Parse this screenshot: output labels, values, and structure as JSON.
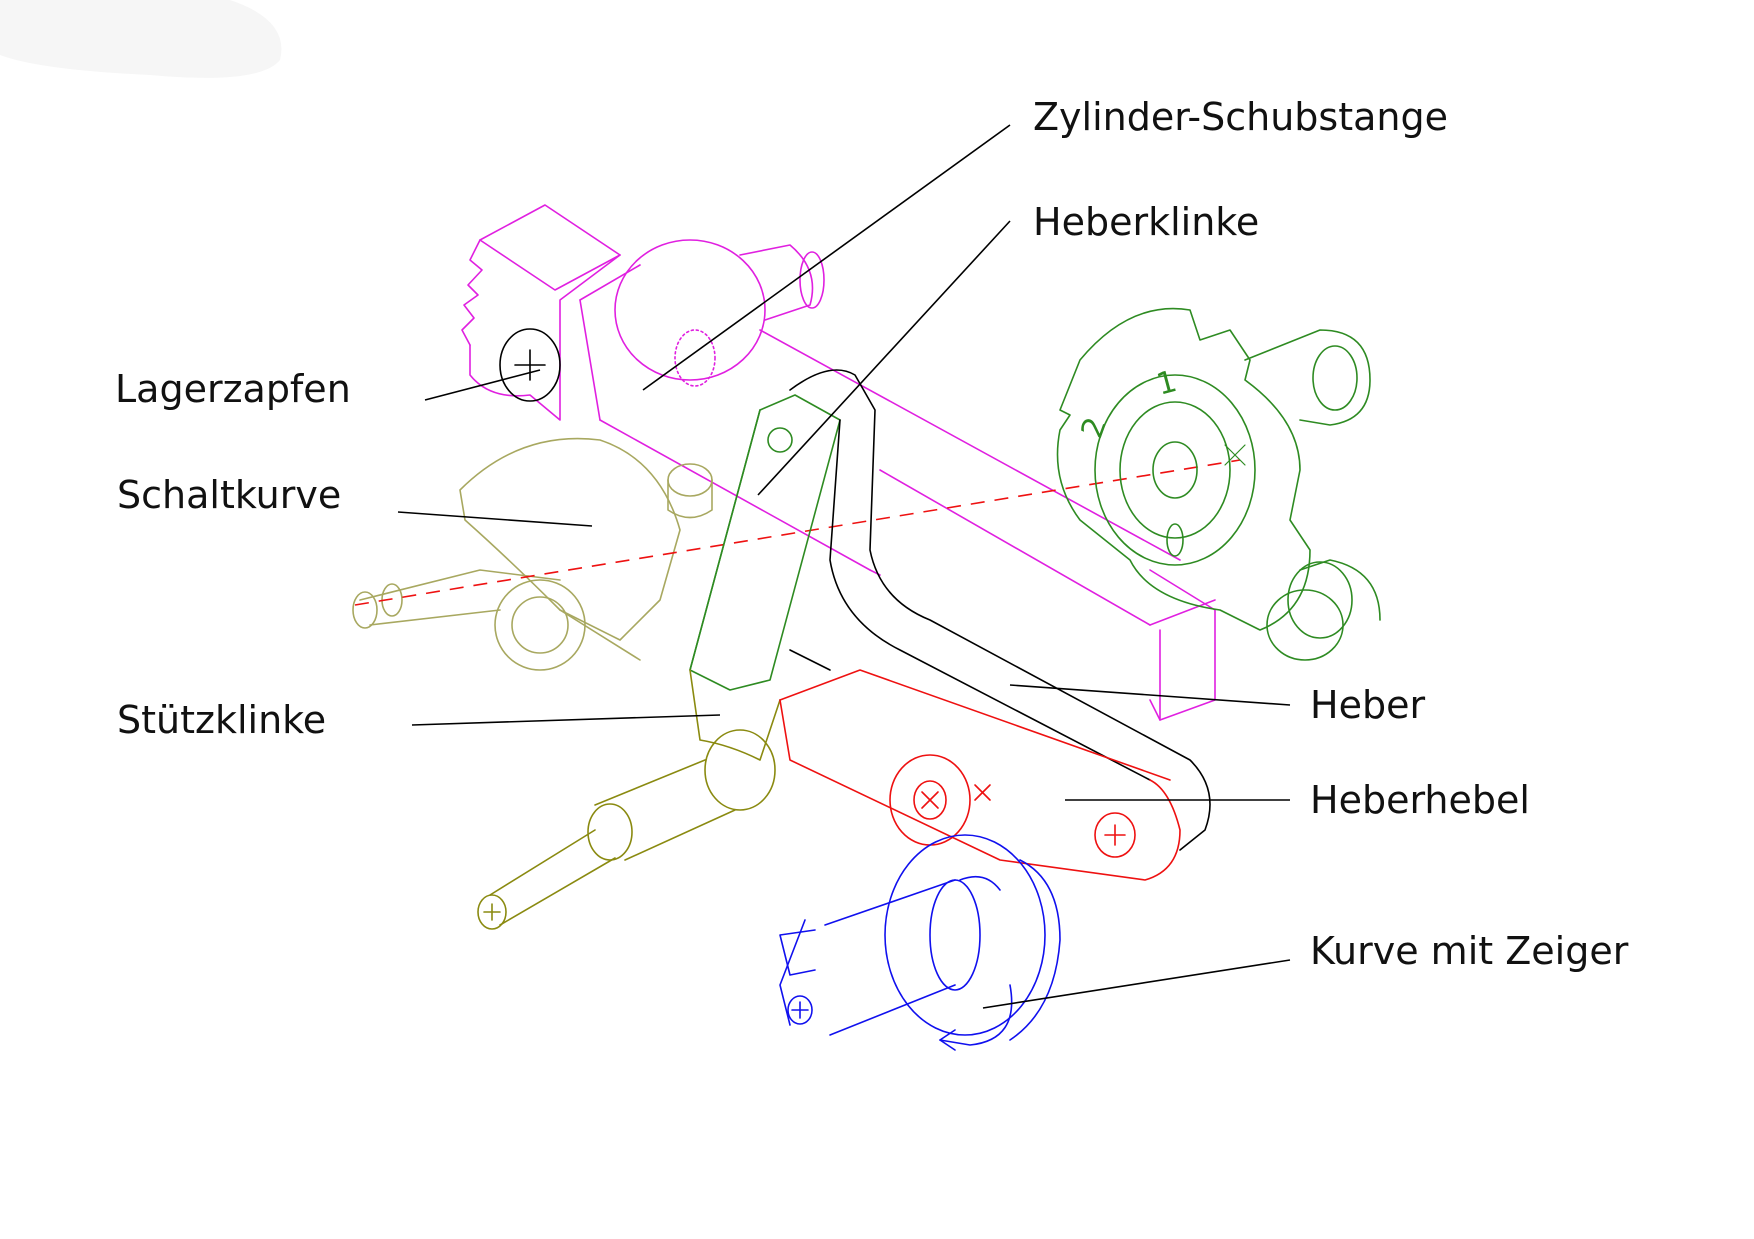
{
  "labels": {
    "zylinder_schubstange": "Zylinder-Schubstange",
    "heberklinke": "Heberklinke",
    "lagerzapfen": "Lagerzapfen",
    "schaltkurve": "Schaltkurve",
    "stuetzklinke": "Stützklinke",
    "heber": "Heber",
    "heberhebel": "Heberhebel",
    "kurve_mit_zeiger": "Kurve mit Zeiger"
  },
  "dial_marks": [
    "1",
    "2"
  ],
  "colors": {
    "zylinder_schubstange": "#e020e0",
    "heberklinke": "#2e8b22",
    "schaltkurve": "#a8a860",
    "stuetzklinke": "#8a8a10",
    "heber": "#000000",
    "heberhebel": "#ee1111",
    "kurve_mit_zeiger": "#1010ee",
    "axis_line": "#ee1111",
    "leader_lines": "#000000"
  }
}
